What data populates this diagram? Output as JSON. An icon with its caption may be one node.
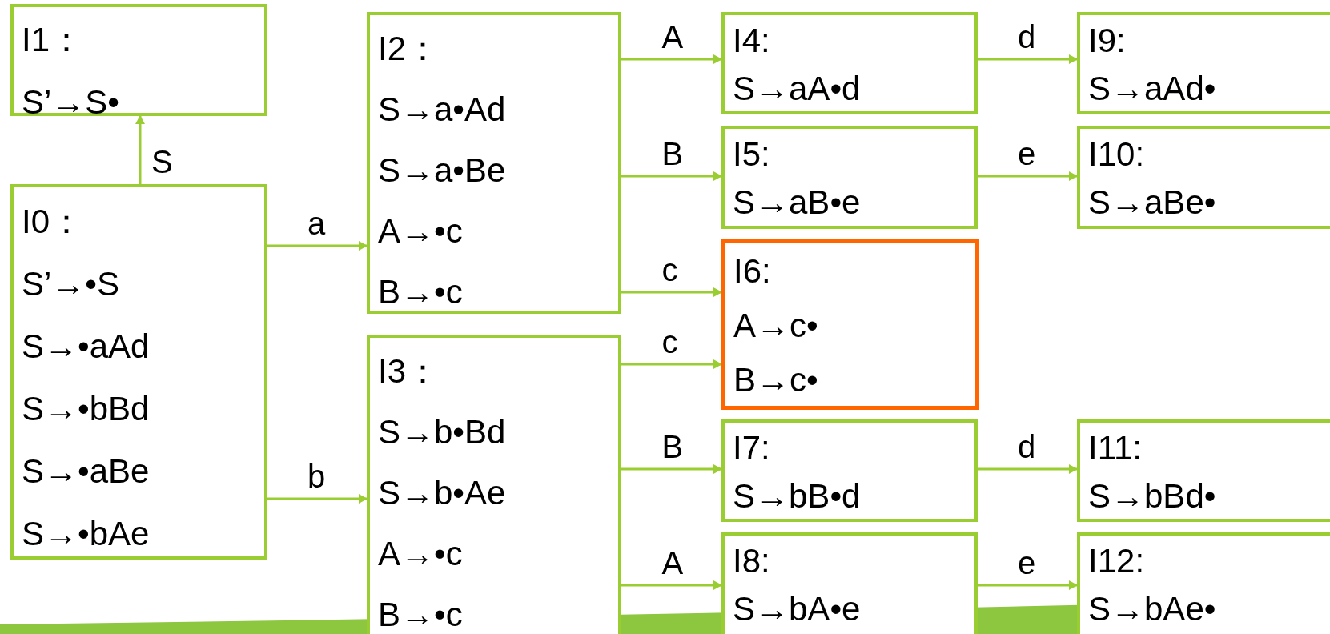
{
  "diagram": {
    "nodes": [
      {
        "text": [
          "I0：",
          "S’→•S",
          "S→•aAd",
          "S→•bBd",
          "S→•aBe",
          "S→•bAe"
        ]
      },
      {
        "text": [
          "I1：",
          "S’→S•"
        ]
      },
      {
        "text": [
          "I2：",
          "S→a•Ad",
          "S→a•Be",
          "A→•c",
          "B→•c"
        ]
      },
      {
        "text": [
          "I3：",
          "S→b•Bd",
          "S→b•Ae",
          "A→•c",
          "B→•c"
        ]
      },
      {
        "text": [
          "I4:",
          "S→aA•d"
        ]
      },
      {
        "text": [
          "I5:",
          "S→aB•e"
        ]
      },
      {
        "text": [
          "I6:",
          "A→c•",
          "B→c•"
        ]
      },
      {
        "text": [
          "I7:",
          "S→bB•d"
        ]
      },
      {
        "text": [
          "I8:",
          "S→bA•e"
        ]
      },
      {
        "text": [
          "I9:",
          "S→aAd•"
        ]
      },
      {
        "text": [
          "I10:",
          "S→aBe•"
        ]
      },
      {
        "text": [
          "I11:",
          "S→bBd•"
        ]
      },
      {
        "text": [
          "I12:",
          "S→bAe•"
        ]
      }
    ],
    "edges": [
      {
        "from": 0,
        "to": 1,
        "arrow": "to",
        "label": "S"
      },
      {
        "from": 0,
        "to": 2,
        "arrow": "to",
        "label": "a"
      },
      {
        "from": 0,
        "to": 3,
        "arrow": "to",
        "label": "b"
      },
      {
        "from": 2,
        "to": 4,
        "arrow": "to",
        "label": "A"
      },
      {
        "from": 2,
        "to": 5,
        "arrow": "to",
        "label": "B"
      },
      {
        "from": 2,
        "to": 6,
        "arrow": "to",
        "label": "c"
      },
      {
        "from": 3,
        "to": 6,
        "arrow": "to",
        "label": "c"
      },
      {
        "from": 3,
        "to": 7,
        "arrow": "to",
        "label": "B"
      },
      {
        "from": 3,
        "to": 8,
        "arrow": "to",
        "label": "A"
      },
      {
        "from": 4,
        "to": 9,
        "arrow": "to",
        "label": "d"
      },
      {
        "from": 5,
        "to": 10,
        "arrow": "to",
        "label": "e"
      },
      {
        "from": 7,
        "to": 11,
        "arrow": "to",
        "label": "d"
      },
      {
        "from": 8,
        "to": 12,
        "arrow": "to",
        "label": "e"
      }
    ]
  }
}
